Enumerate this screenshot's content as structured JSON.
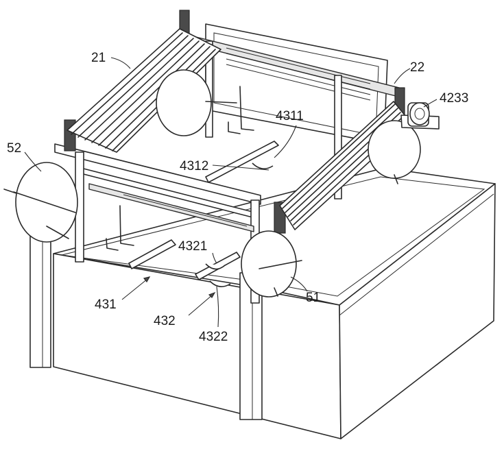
{
  "labels": {
    "l21": "21",
    "l22": "22",
    "l52": "52",
    "l51": "51",
    "l4233": "4233",
    "l4311": "4311",
    "l4312": "4312",
    "l4321": "4321",
    "l431": "431",
    "l432": "432",
    "l4322": "4322"
  }
}
